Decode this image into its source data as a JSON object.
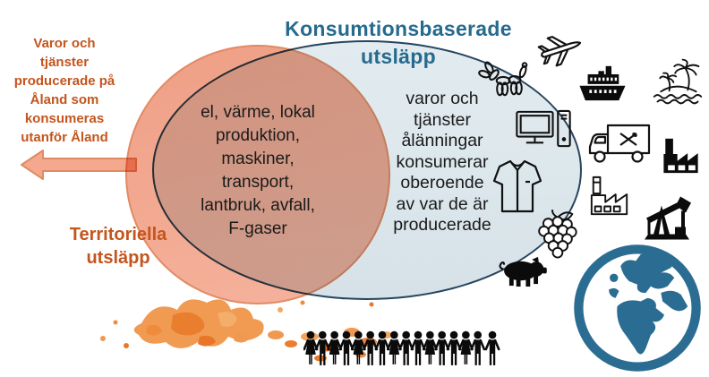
{
  "title": {
    "text": "Konsumtionsbaserade\nutsläpp"
  },
  "left_annotation": {
    "text": "Varor och\ntjänster\nproducerade på\nÅland som\nkonsumeras\nutanför Åland"
  },
  "territorial": {
    "label": "Territoriella\nutsläpp"
  },
  "territorial_circle": {
    "text": "el, värme, lokal\nproduktion,\nmaskiner,\ntransport,\nlantbruk, avfall,\nF-gaser"
  },
  "consumption_circle": {
    "text": "varor och\ntjänster\nålänningar\nkonsumerar\noberoende\nav var de är\nproducerade"
  },
  "icons": [
    {
      "name": "left-arrow",
      "style": "solid-salmon"
    },
    {
      "name": "balloon-dog",
      "style": "outline"
    },
    {
      "name": "airplane",
      "style": "outline"
    },
    {
      "name": "cruise-ship",
      "style": "solid"
    },
    {
      "name": "palm-island",
      "style": "outline"
    },
    {
      "name": "desktop-computer",
      "style": "outline"
    },
    {
      "name": "food-truck",
      "style": "outline"
    },
    {
      "name": "factory",
      "style": "solid"
    },
    {
      "name": "shirt",
      "style": "outline"
    },
    {
      "name": "factory",
      "style": "outline"
    },
    {
      "name": "oil-pump",
      "style": "solid"
    },
    {
      "name": "grapes",
      "style": "outline"
    },
    {
      "name": "pig",
      "style": "solid"
    },
    {
      "name": "globe-europe-africa",
      "style": "solid-teal"
    },
    {
      "name": "people-row-holding-hands",
      "style": "solid",
      "count": 16
    },
    {
      "name": "aland-archipelago-map",
      "style": "orange-gradient"
    }
  ],
  "colors": {
    "title-teal": "#266B8E",
    "orange-text": "#C4551D",
    "territorial-fill": "#F2A78F",
    "territorial-border": "#E28A64",
    "consumption-fill": "#DCE7EC",
    "consumption-border": "#27455F",
    "globe-teal": "#2B6D92",
    "arrow-fill": "#F4A98E",
    "arrow-stroke": "#E08A63",
    "map-orange": "#ED7D31"
  }
}
